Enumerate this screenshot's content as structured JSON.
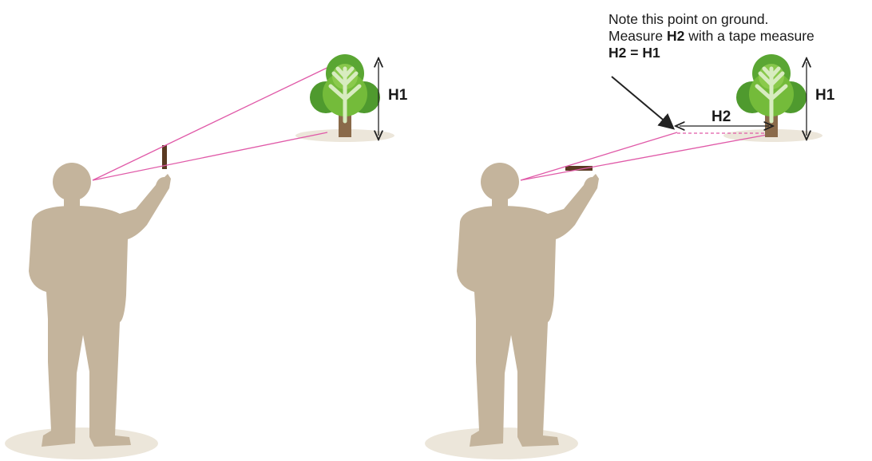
{
  "left_panel": {
    "height_label": "H1"
  },
  "right_panel": {
    "height_label": "H1",
    "distance_label": "H2",
    "note": {
      "line1": "Note this point on ground.",
      "line2_prefix": "Measure ",
      "line2_bold": "H2",
      "line2_suffix": " with a tape measure",
      "line3": "H2 = H1"
    }
  },
  "colors": {
    "person": "#c4b49c",
    "person_shadow": "#ece6da",
    "sight_lines": "#e05aa8",
    "stick": "#5a3a22",
    "tree_dark": "#4f9a2e",
    "tree_mid": "#74bb3a",
    "tree_light": "#a8d86a",
    "trunk": "#8a6a4a",
    "arrows": "#222222"
  },
  "icons": [
    "person-silhouette",
    "tree-icon",
    "measuring-stick",
    "pointer-arrow"
  ]
}
